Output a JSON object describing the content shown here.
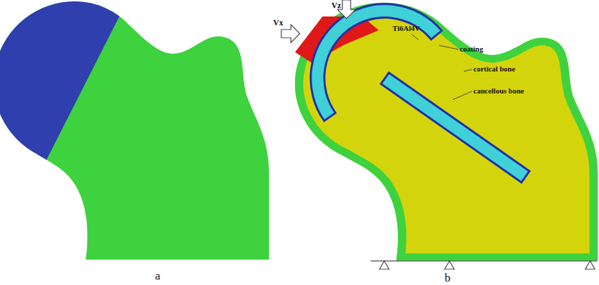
{
  "diagram": {
    "labels": [
      "a",
      "b",
      "Vx",
      "Vz",
      "Ti6Al4V",
      "coating",
      "cortical bone",
      "cancellous bone"
    ]
  }
}
